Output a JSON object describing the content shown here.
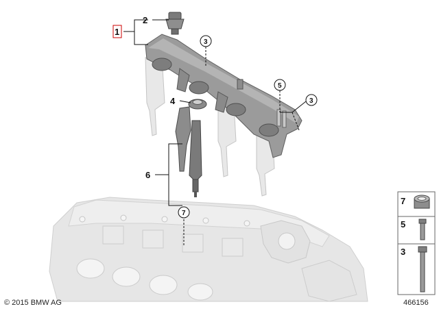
{
  "diagram": {
    "callouts": {
      "c1": "1",
      "c2": "2",
      "c3a": "3",
      "c3b": "3",
      "c4": "4",
      "c5": "5",
      "c6": "6",
      "c7": "7"
    },
    "legend": [
      {
        "number": "7",
        "icon": "sealing-ring-icon"
      },
      {
        "number": "5",
        "icon": "short-screw-icon"
      },
      {
        "number": "3",
        "icon": "long-bolt-icon"
      }
    ],
    "copyright": "© 2015 BMW AG",
    "drawing_number": "466156"
  },
  "colors": {
    "part_fill": "#9a9a9a",
    "part_dark": "#6f6f6f",
    "ghost": "#e3e3e3",
    "ghost_edge": "#c6c6c6",
    "callout_highlight": "#cc0000"
  }
}
